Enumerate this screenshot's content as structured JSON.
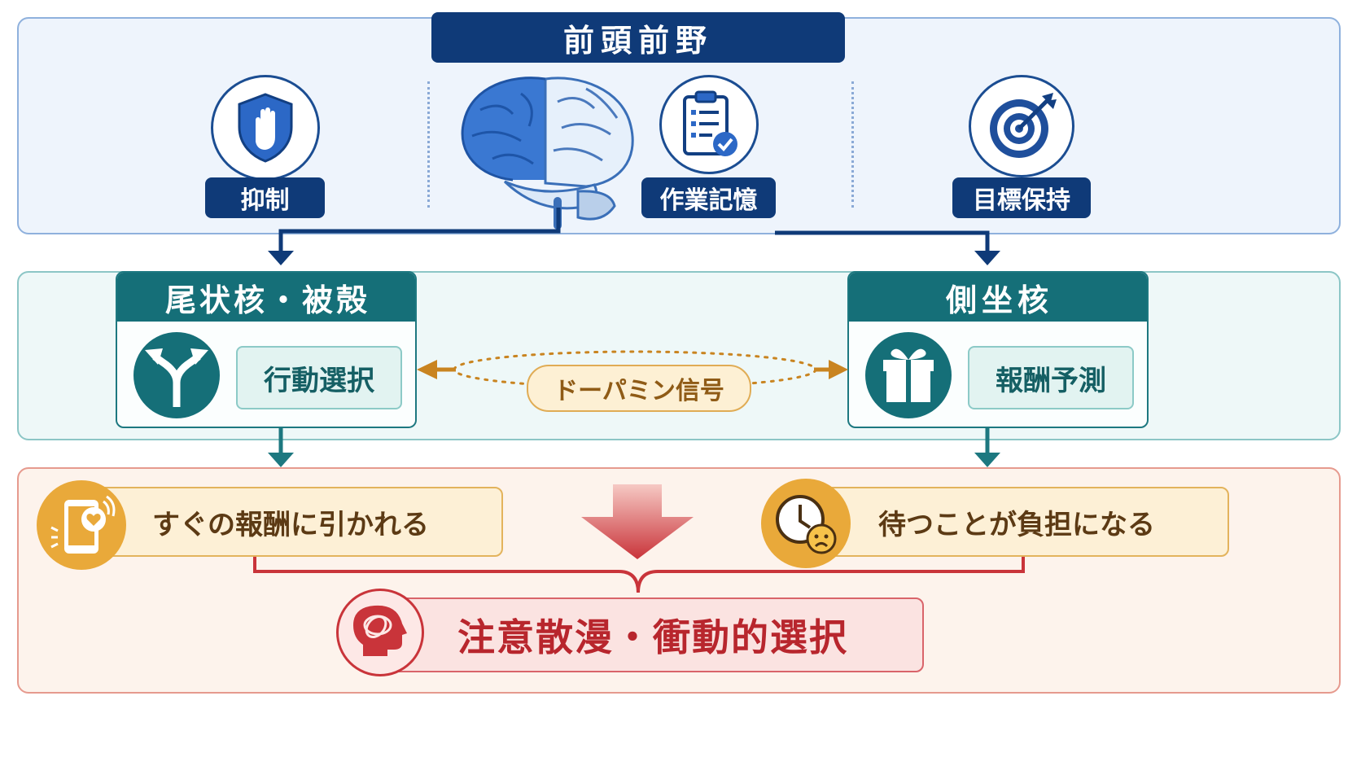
{
  "pfc": {
    "title": "前頭前野",
    "items": [
      {
        "label": "抑制",
        "icon": "shield-hand-icon"
      },
      {
        "label": "作業記憶",
        "icon": "clipboard-check-icon"
      },
      {
        "label": "目標保持",
        "icon": "target-icon"
      }
    ]
  },
  "striatum": {
    "caudate": {
      "title": "尾状核・被殻",
      "function": "行動選択",
      "icon": "fork-arrows-icon"
    },
    "accumbens": {
      "title": "側坐核",
      "function": "報酬予測",
      "icon": "gift-icon"
    },
    "dopamine_label": "ドーパミン信号"
  },
  "outcome": {
    "left": {
      "text": "すぐの報酬に引かれる",
      "icon": "phone-heart-icon"
    },
    "right": {
      "text": "待つことが負担になる",
      "icon": "clock-sad-icon"
    },
    "result": {
      "text": "注意散漫・衝動的選択",
      "icon": "head-tangle-icon"
    }
  },
  "colors": {
    "navy": "#0f3a78",
    "blue_panel": "#eef4fc",
    "teal": "#156f78",
    "teal_panel": "#eef8f8",
    "amber": "#e9a93a",
    "red": "#c9343a",
    "red_panel": "#fdf3ec"
  }
}
